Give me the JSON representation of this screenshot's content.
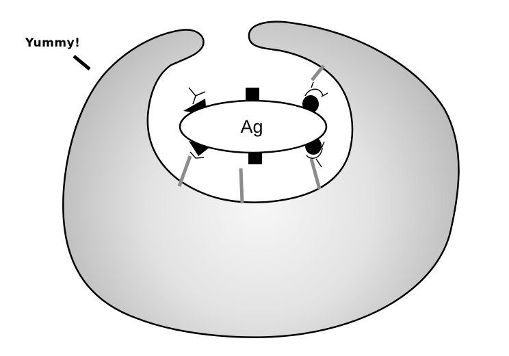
{
  "caption": "Yummy!",
  "antigen_label": "Ag",
  "colors": {
    "cell_gradient_center": "#f7f7f7",
    "cell_gradient_edge": "#bdbdbd",
    "outline": "#000000",
    "receptor_stalk": "#8c8c8c",
    "antigen_fill": "#ffffff"
  },
  "icons": [
    "speech-tick",
    "square-epitope",
    "triangle-epitope",
    "round-epitope",
    "y-receptor",
    "cup-receptor"
  ]
}
